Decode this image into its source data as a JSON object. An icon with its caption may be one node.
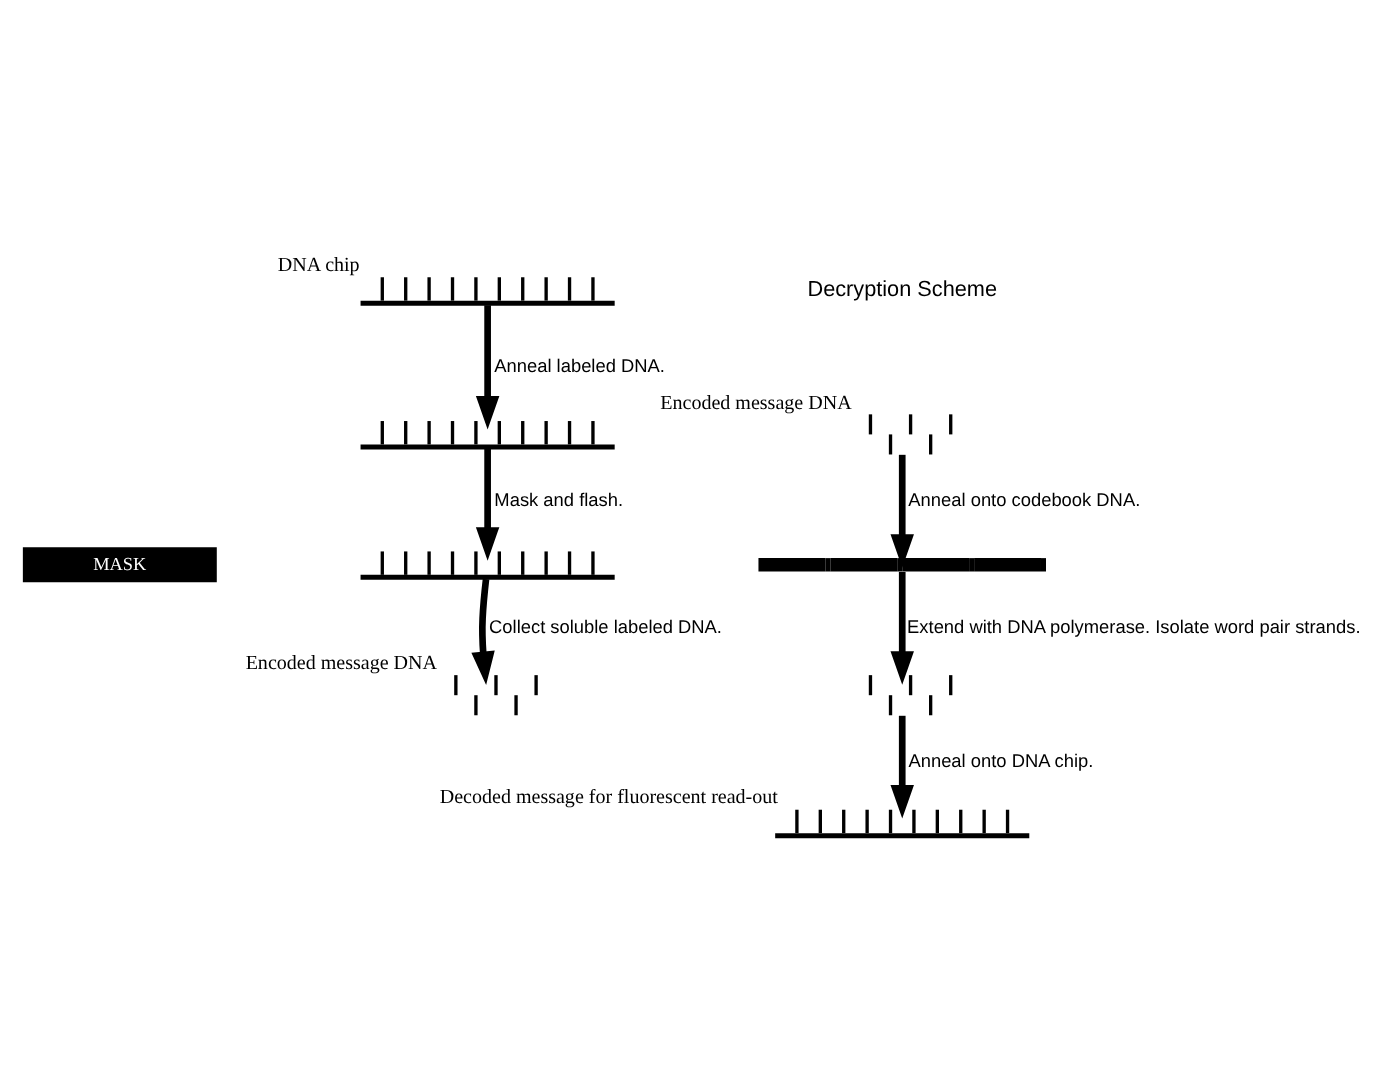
{
  "diagram": {
    "nodes": [
      {
        "text": [],
        "shape": "picture",
        "beside": [
          "DNA chip"
        ]
      },
      {
        "text": [],
        "shape": "picture"
      },
      {
        "text": [
          "MASK"
        ]
      },
      {
        "text": [],
        "shape": "picture"
      },
      {
        "text": [],
        "shape": "picture",
        "beside": [
          "Encoded message DNA"
        ]
      },
      {
        "text": [],
        "shape": "picture",
        "beside": [
          "Encoded message DNA"
        ]
      },
      {
        "text": [],
        "shape": "picture"
      },
      {
        "text": [],
        "shape": "picture"
      },
      {
        "text": [],
        "shape": "picture",
        "beside": [
          "Decoded message for fluorescent read-out"
        ]
      }
    ],
    "edges": [
      {
        "from": 0,
        "to": 1,
        "arrow": "to",
        "label": "Anneal labeled DNA."
      },
      {
        "from": 1,
        "to": 3,
        "arrow": "to",
        "label": "Mask and flash."
      },
      {
        "from": 3,
        "to": 4,
        "arrow": "to",
        "label": "Collect soluble labeled DNA."
      },
      {
        "from": 5,
        "to": 6,
        "arrow": "to",
        "label": "Anneal onto codebook DNA."
      },
      {
        "from": 6,
        "to": 7,
        "arrow": "to",
        "label": "Extend with DNA polymerase. Isolate word pair strands."
      },
      {
        "from": 7,
        "to": 8,
        "arrow": "to",
        "label": "Anneal onto DNA chip."
      }
    ],
    "labels": [
      "Decryption Scheme"
    ]
  }
}
